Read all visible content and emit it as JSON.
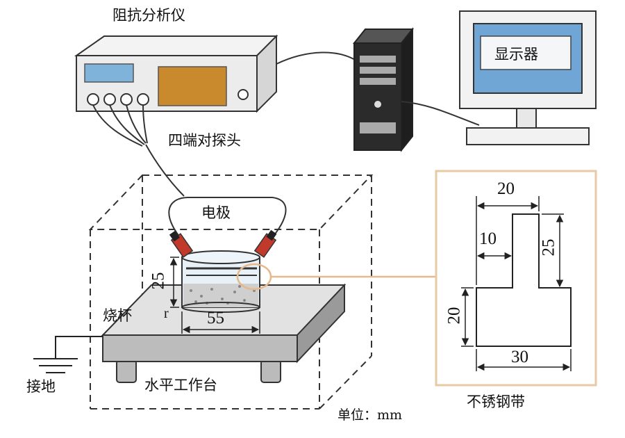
{
  "labels": {
    "analyzer": "阻抗分析仪",
    "monitor": "显示器",
    "probe": "四端对探头",
    "electrode": "电极",
    "beaker": "烧杯",
    "ground": "接地",
    "workbench": "水平工作台",
    "strip": "不锈钢带",
    "unit": "单位：mm"
  },
  "dims": {
    "beaker_height": "25",
    "beaker_r": "r",
    "beaker_width": "55",
    "strip_top_width": "20",
    "strip_inner_width": "10",
    "strip_top_height": "25",
    "strip_bottom_height": "20",
    "strip_bottom_width": "30"
  },
  "colors": {
    "device_body": "#e8e8e8",
    "analyzer_display": "#7fb3d9",
    "analyzer_screen": "#c98a2e",
    "pc_tower": "#2b2b2b",
    "monitor_screen": "#6fa6d6",
    "detail_border": "#e8c9a6",
    "connector_line": "#e6b88a",
    "probe_red": "#c0392b"
  }
}
